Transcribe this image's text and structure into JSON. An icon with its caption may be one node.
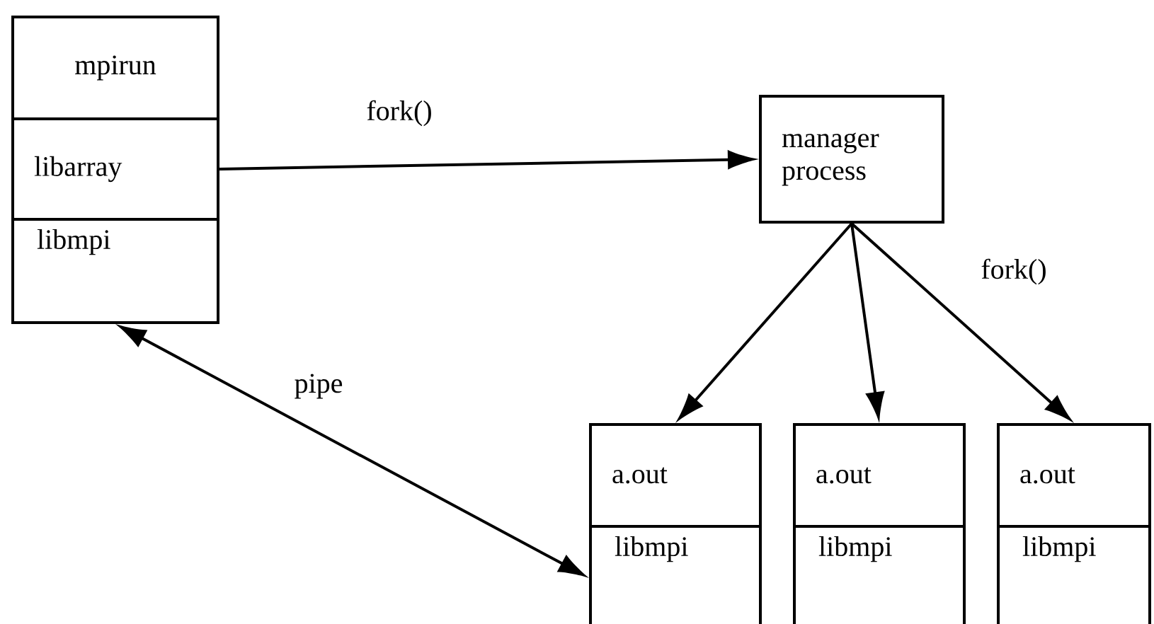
{
  "diagram": {
    "nodes": [
      {
        "text": [
          "mpirun"
        ]
      },
      {
        "text": [
          "libarray"
        ]
      },
      {
        "text": [
          "libmpi"
        ]
      },
      {
        "text": [
          "manager process"
        ]
      },
      {
        "text": [
          "a.out"
        ]
      },
      {
        "text": [
          "libmpi"
        ]
      },
      {
        "text": [
          "a.out"
        ]
      },
      {
        "text": [
          "libmpi"
        ]
      },
      {
        "text": [
          "a.out"
        ]
      },
      {
        "text": [
          "libmpi"
        ]
      }
    ],
    "edges": [
      {
        "from": 1,
        "to": 3,
        "arrow": "to",
        "label": "fork()"
      },
      {
        "from": 3,
        "to": 4,
        "arrow": "to"
      },
      {
        "from": 3,
        "to": 6,
        "arrow": "to"
      },
      {
        "from": 3,
        "to": 8,
        "arrow": "to",
        "label": "fork()"
      },
      {
        "from": 2,
        "to": 5,
        "arrow": "both",
        "label": "pipe"
      }
    ]
  }
}
